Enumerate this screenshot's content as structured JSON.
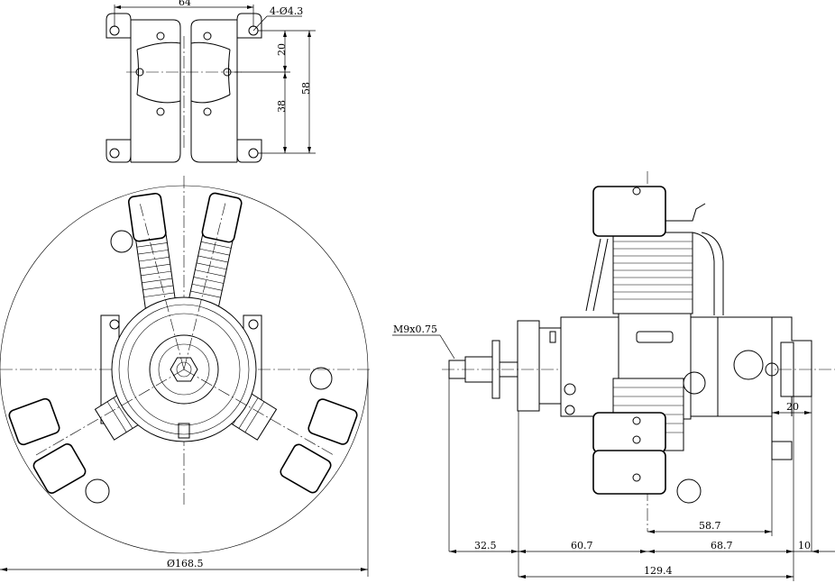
{
  "mount_plate": {
    "width": "64",
    "holes": "4-Ø4.3",
    "upper_offset": "20",
    "lower_offset": "38",
    "height": "58"
  },
  "front_view": {
    "diameter": "Ø168.5"
  },
  "side_view": {
    "thread": "M9x0.75",
    "prop_extension": "32.5",
    "crank_case": "60.7",
    "rear_section": "68.7",
    "flange": "10",
    "mount_to_rear": "58.7",
    "mount_thickness": "20",
    "total_length": "129.4"
  }
}
